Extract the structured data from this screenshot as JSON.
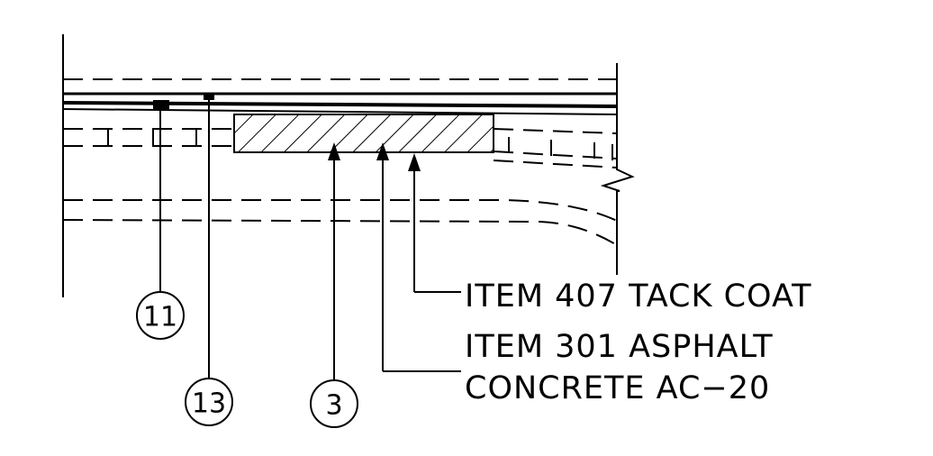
{
  "callouts": [
    {
      "id": "11",
      "label": "11"
    },
    {
      "id": "13",
      "label": "13"
    },
    {
      "id": "3",
      "label": "3"
    }
  ],
  "notes": {
    "tack_coat": "ITEM 407 TACK COAT",
    "asphalt_line1": "ITEM 301 ASPHALT",
    "asphalt_line2": "CONCRETE AC−20"
  }
}
